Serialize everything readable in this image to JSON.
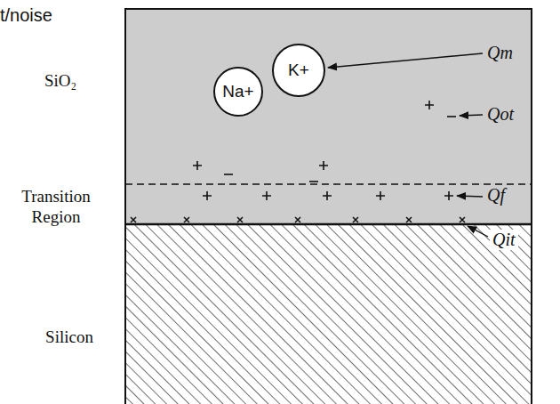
{
  "diagram": {
    "nodes": [
      {
        "text": [
          "SiO₂"
        ]
      },
      {
        "text": [
          "Transition Region"
        ]
      },
      {
        "text": [
          "Silicon"
        ]
      },
      {
        "text": [
          "K+"
        ],
        "in": 0
      },
      {
        "text": [
          "Na+"
        ],
        "in": 0
      }
    ],
    "labels": [
      "t/noise",
      "Qm",
      "Qot",
      "Qf",
      "Qit"
    ]
  }
}
